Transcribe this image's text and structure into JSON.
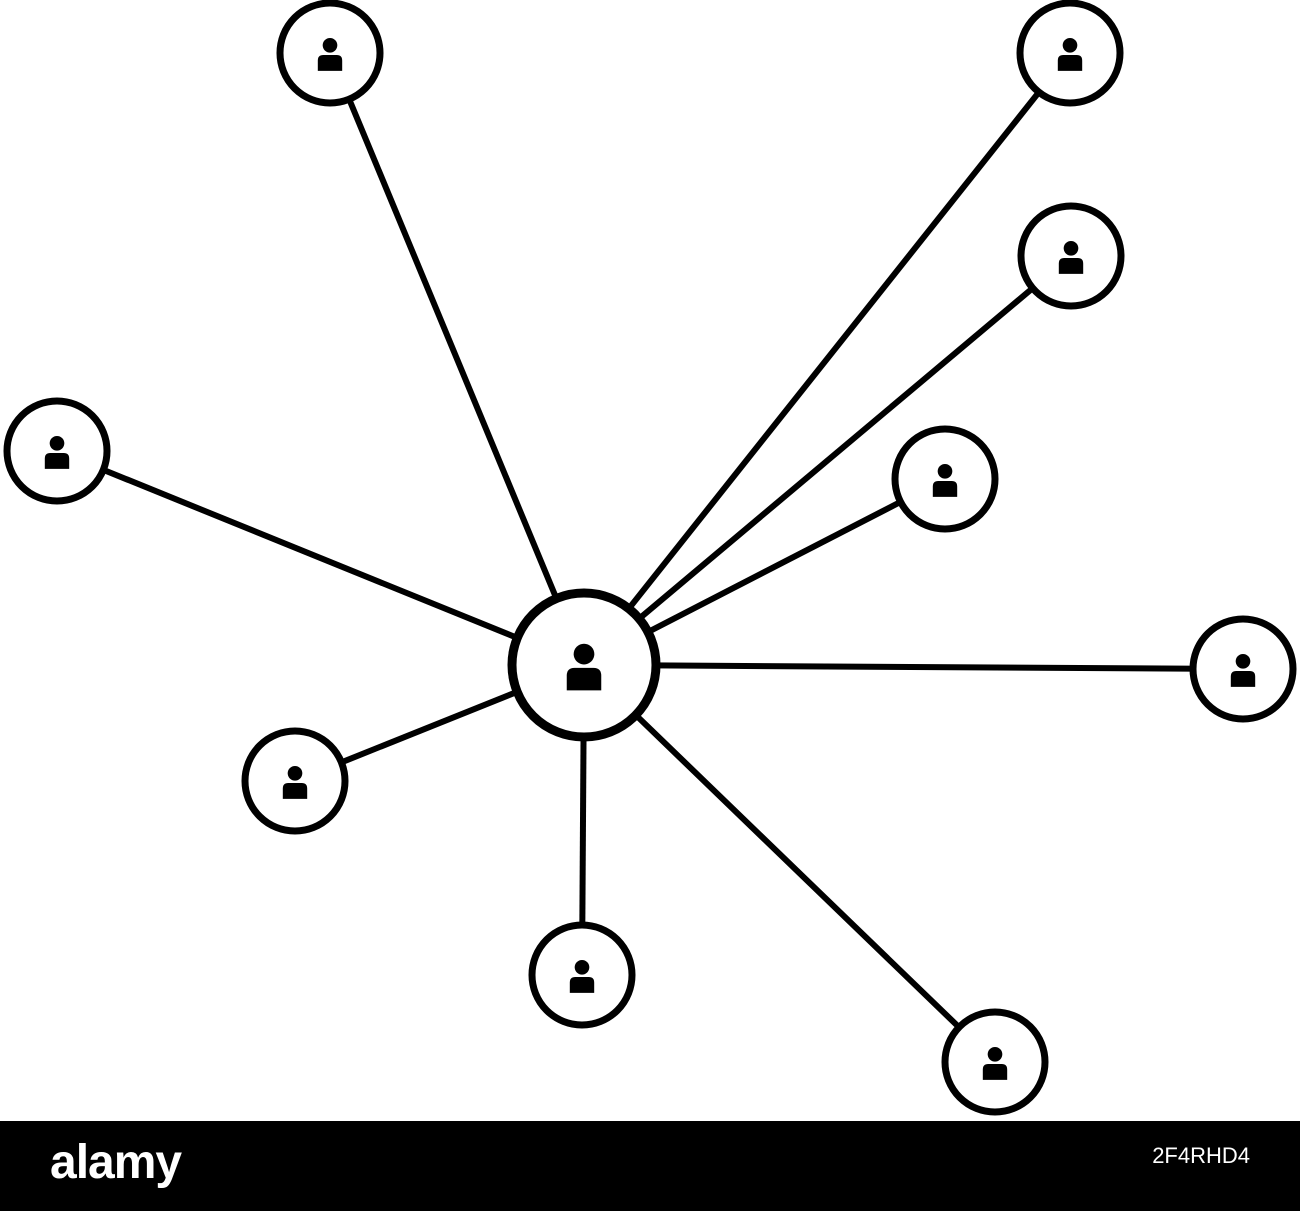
{
  "diagram": {
    "type": "hub-and-spoke network",
    "hub": {
      "icon": "person-icon"
    },
    "spokes": [
      {
        "id": "top-left",
        "icon": "person-icon"
      },
      {
        "id": "top-right-far",
        "icon": "person-icon"
      },
      {
        "id": "right-upper",
        "icon": "person-icon"
      },
      {
        "id": "right-middle",
        "icon": "person-icon"
      },
      {
        "id": "right-far",
        "icon": "person-icon"
      },
      {
        "id": "left-upper",
        "icon": "person-icon"
      },
      {
        "id": "left-lower",
        "icon": "person-icon"
      },
      {
        "id": "bottom",
        "icon": "person-icon"
      },
      {
        "id": "bottom-right",
        "icon": "person-icon"
      }
    ],
    "line_color": "#000000",
    "background_color": "#ffffff"
  },
  "footer": {
    "brand": "alamy",
    "image_id": "2F4RHD4",
    "background_color": "#000000",
    "text_color": "#ffffff"
  }
}
